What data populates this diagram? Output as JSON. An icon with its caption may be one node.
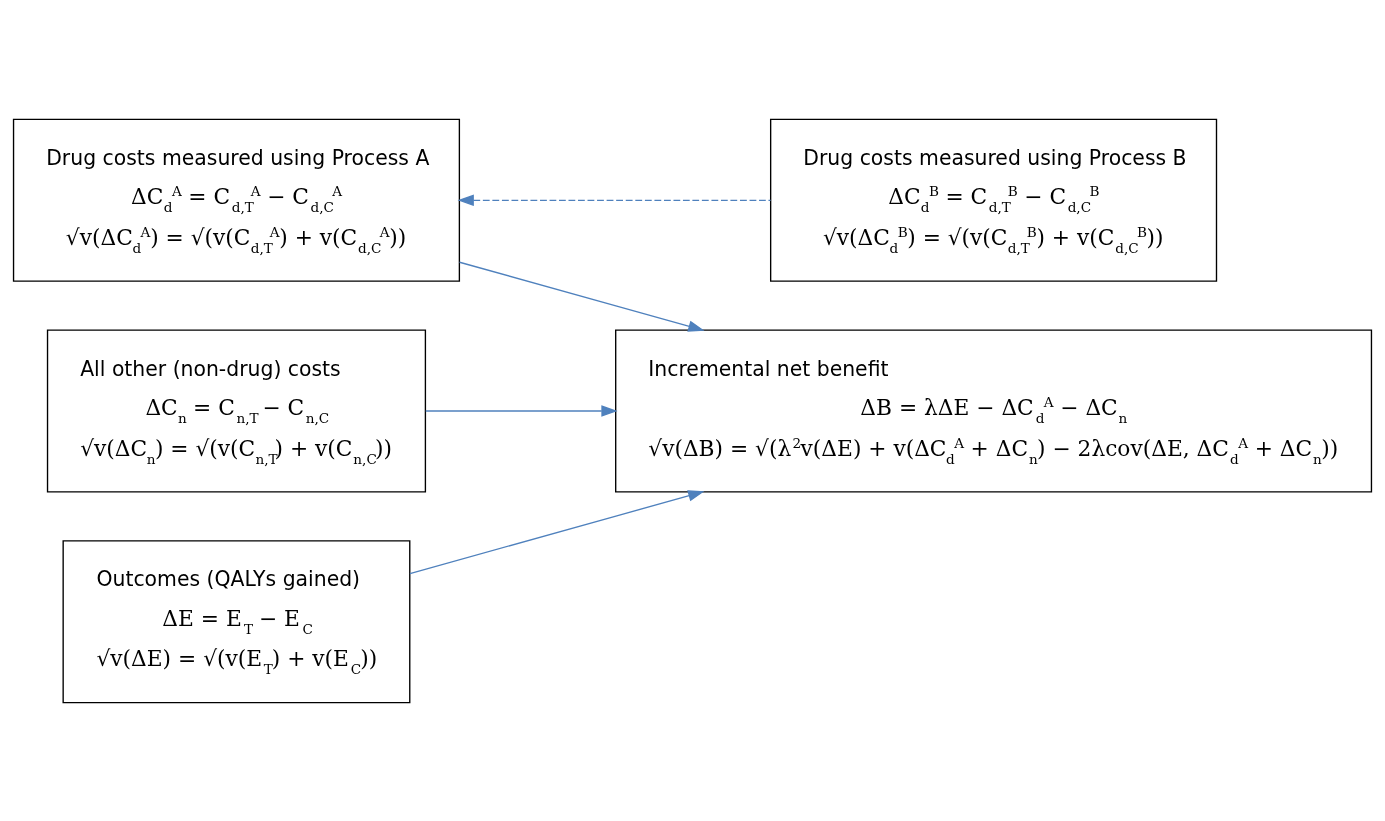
{
  "diagram": {
    "nodes": [
      {
        "text": [
          "Drug costs measured using Process A",
          "ΔC$_{d}$$^{A}$ = C$_{d,T}$$^{A}$ − C$_{d,C}$$^{A}$",
          "√v(ΔC$_{d}$$^{A}$) = √(v(C$_{d,T}$$^{A}$) + v(C$_{d,C}$$^{A}$))"
        ]
      },
      {
        "text": [
          "Drug costs measured using Process B",
          "ΔC$_{d}$$^{B}$ = C$_{d,T}$$^{B}$ − C$_{d,C}$$^{B}$",
          "√v(ΔC$_{d}$$^{B}$) = √(v(C$_{d,T}$$^{B}$) + v(C$_{d,C}$$^{B}$))"
        ]
      },
      {
        "text": [
          "All other (non-drug) costs",
          "ΔC$_{n}$ = C$_{n,T}$ − C$_{n,C}$",
          "√v(ΔC$_{n}$) = √(v(C$_{n,T}$) + v(C$_{n,C}$))"
        ]
      },
      {
        "text": [
          "Outcomes (QALYs gained)",
          "ΔE = E$_{T}$ − E$_{C}$",
          "√v(ΔE) = √(v(E$_{T}$) + v(E$_{C}$))"
        ]
      },
      {
        "text": [
          "Incremental net benefit",
          "ΔB = λΔE − ΔC$_{d}$$^{A}$ − ΔC$_{n}$",
          "√v(ΔB) = √(λ$^{2}$v(ΔE) + v(ΔC$_{d}$$^{A}$ + ΔC$_{n}$) − 2λcov(ΔE, ΔC$_{d}$$^{A}$ + ΔC$_{n}$))"
        ]
      }
    ],
    "edges": [
      {
        "from": 1,
        "to": 0,
        "arrow": "to",
        "style": "dashed"
      },
      {
        "from": 0,
        "to": 4,
        "arrow": "to"
      },
      {
        "from": 2,
        "to": 4,
        "arrow": "to"
      },
      {
        "from": 3,
        "to": 4,
        "arrow": "to"
      }
    ]
  }
}
